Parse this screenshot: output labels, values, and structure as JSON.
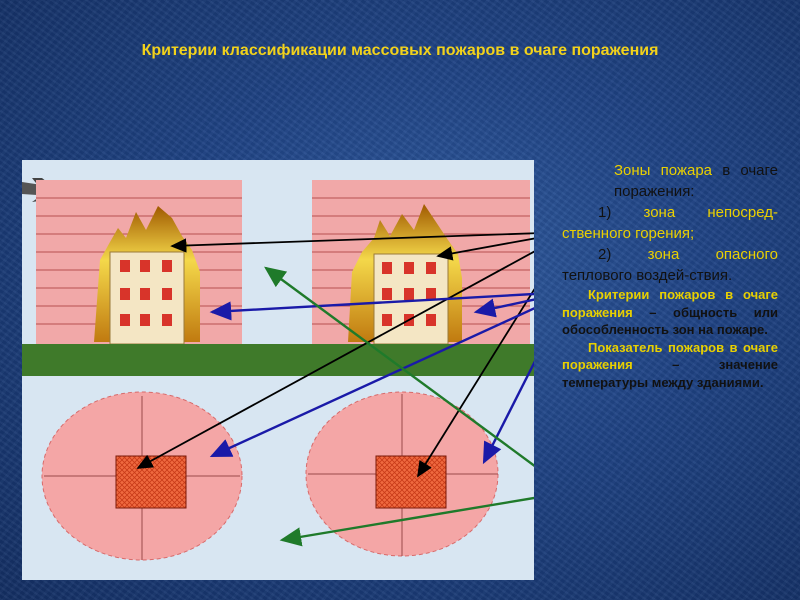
{
  "title": "Критерии классификации массовых пожаров в очаге поражения",
  "side": {
    "zones_title_1": "Зоны пожара",
    "zones_title_2": "в очаге поражения:",
    "item1_num": "1)",
    "item1_a": "зона",
    "item1_b": "непосред-ственного горения",
    "item1_end": ";",
    "item2_num": "2)",
    "item2_a": "зона",
    "item2_b": "опасного",
    "item2_c": "теплового воздей-ствия.",
    "crit_hl": "Критерии пожаров в очаге поражения",
    "crit_rest": " – общность или обособленность зон на пожаре.",
    "ind_hl": "Показатель пожаров в очаге поражения",
    "ind_rest": " – значение температуры между зданиями."
  },
  "colors": {
    "title": "#f2d21b",
    "highlight": "#ead000",
    "black_arrow": "#000000",
    "blue_arrow": "#1a1aa8",
    "green_arrow": "#1f7a2a",
    "heat_zone": "#f4a6a6",
    "ground": "#3f7a2a",
    "burn_zone": "#f2603a"
  },
  "icons": [
    "jet-plane-icon",
    "flame-icon",
    "burning-building-icon",
    "arrow-icon"
  ]
}
